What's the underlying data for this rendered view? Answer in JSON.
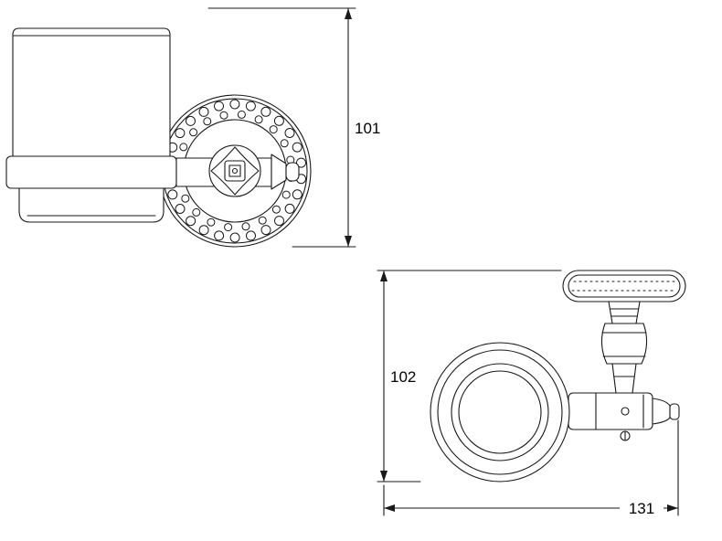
{
  "drawing": {
    "background": "#ffffff",
    "line_color": "#1a1a1a",
    "dimensions": {
      "side_view_height": "101",
      "plan_view_height": "102",
      "plan_view_width": "131"
    }
  }
}
